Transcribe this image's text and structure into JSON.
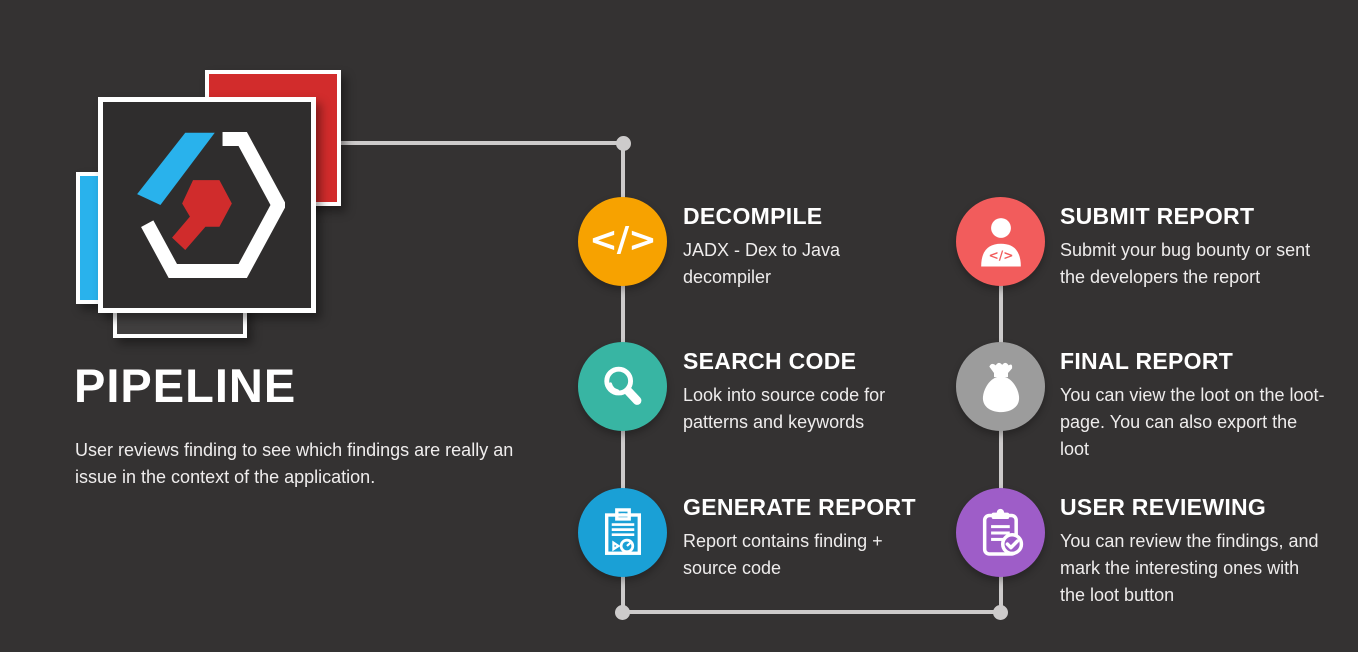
{
  "page": {
    "background": "#343232",
    "connector_color": "#cdcbcb"
  },
  "logo": {
    "red_square_color": "#d22c2c",
    "cyan_bar_color": "#29b2ec",
    "dark_square_color": "#2f2d2d",
    "gray_tab_color": "#413f3f",
    "hex_white": "#ffffff",
    "hex_cyan": "#29b2ec",
    "hex_red": "#d02c2c"
  },
  "header": {
    "title": "PIPELINE",
    "subtitle": "User reviews finding to see which findings are really an issue in the context of the application."
  },
  "steps": [
    {
      "id": "decompile",
      "title": "DECOMPILE",
      "description": "JADX - Dex to Java decompiler",
      "color": "#f7a200",
      "icon": "code-icon",
      "icon_glyph": "</>"
    },
    {
      "id": "search-code",
      "title": "SEARCH CODE",
      "description": "Look into source code for patterns and keywords",
      "color": "#38b5a3",
      "icon": "magnifier-icon"
    },
    {
      "id": "generate-report",
      "title": "GENERATE REPORT",
      "description": "Report contains finding + source code",
      "color": "#1aa0d6",
      "icon": "report-icon"
    },
    {
      "id": "submit-report",
      "title": "SUBMIT REPORT",
      "description": "Submit your bug bounty or sent the developers the report",
      "color": "#f25c5c",
      "icon": "developer-icon",
      "icon_glyph": "</>"
    },
    {
      "id": "final-report",
      "title": "FINAL REPORT",
      "description": "You can view the loot on the loot-page. You can also export the loot",
      "color": "#9c9c9c",
      "icon": "loot-bag-icon"
    },
    {
      "id": "user-reviewing",
      "title": "USER REVIEWING",
      "description": "You can review the findings, and mark the interesting ones with the loot button",
      "color": "#9e5dc8",
      "icon": "clipboard-check-icon"
    }
  ]
}
